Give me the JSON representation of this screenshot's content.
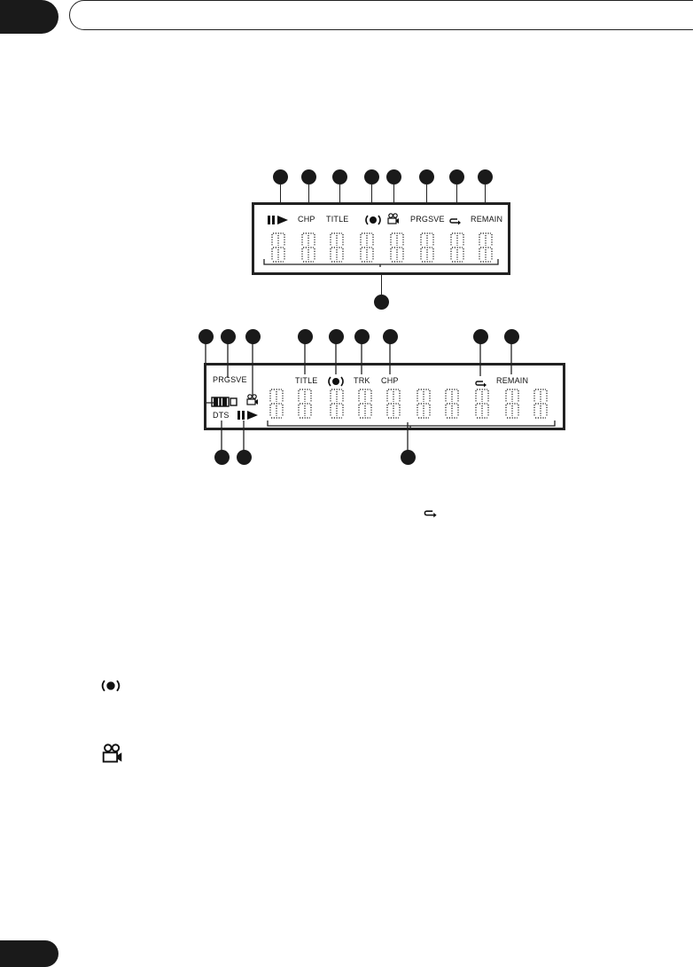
{
  "header": {
    "section_tab": "",
    "title": ""
  },
  "footer": {
    "page_tab": ""
  },
  "display_top": {
    "labels": [
      "CHP",
      "TITLE",
      "PRGSVE",
      "REMAIN"
    ],
    "icons": [
      "play-pause-icon",
      "angle-icon",
      "camera-icon",
      "repeat-icon"
    ]
  },
  "display_bottom": {
    "labels": [
      "PRGSVE",
      "DTS",
      "TITLE",
      "TRK",
      "CHP",
      "REMAIN"
    ],
    "icons": [
      "dolby-digital-icon",
      "camera-icon",
      "play-pause-icon",
      "angle-icon",
      "repeat-icon"
    ]
  },
  "legend_icons": [
    "repeat-icon",
    "angle-icon",
    "camera-icon"
  ]
}
